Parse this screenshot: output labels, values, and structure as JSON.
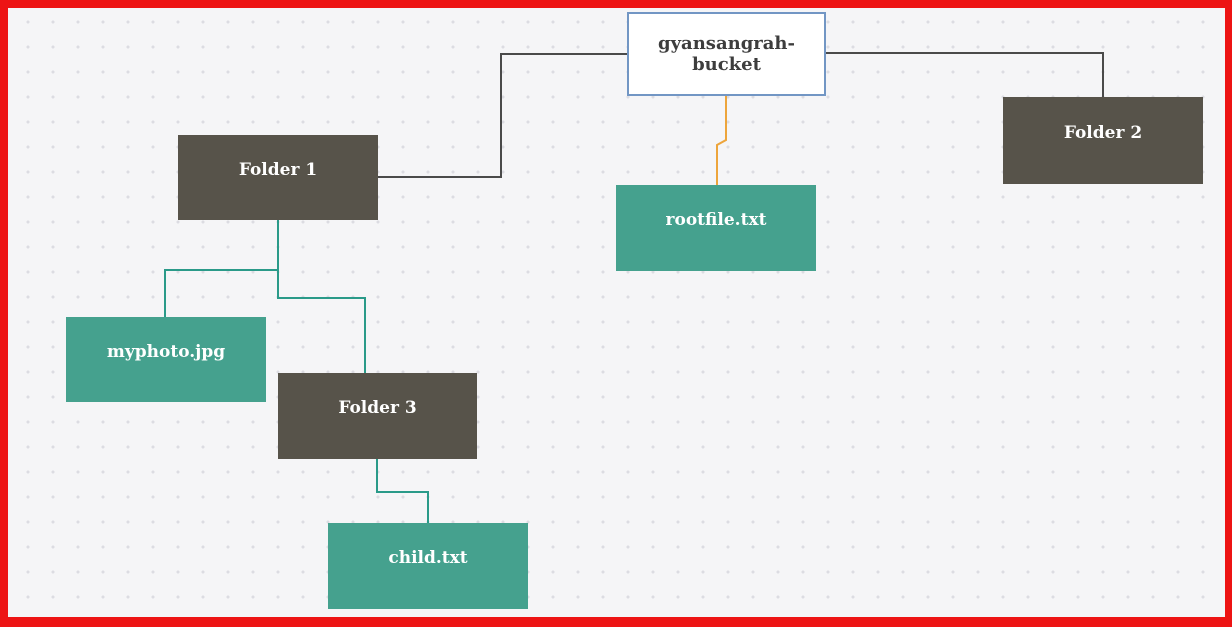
{
  "diagram": {
    "title": "bucket-contents-tree",
    "nodes": {
      "bucket": {
        "label": "gyansangrah-bucket",
        "kind": "bucket"
      },
      "folder1": {
        "label": "Folder 1",
        "kind": "folder"
      },
      "folder2": {
        "label": "Folder 2",
        "kind": "folder"
      },
      "folder3": {
        "label": "Folder 3",
        "kind": "folder"
      },
      "rootfile": {
        "label": "rootfile.txt",
        "kind": "file"
      },
      "myphoto": {
        "label": "myphoto.jpg",
        "kind": "file"
      },
      "child": {
        "label": "child.txt",
        "kind": "file"
      }
    },
    "edges": [
      {
        "from": "gyansangrah-bucket",
        "to": "Folder 1",
        "color": "dark"
      },
      {
        "from": "gyansangrah-bucket",
        "to": "Folder 2",
        "color": "dark"
      },
      {
        "from": "gyansangrah-bucket",
        "to": "rootfile.txt",
        "color": "orange"
      },
      {
        "from": "Folder 1",
        "to": "myphoto.jpg",
        "color": "teal"
      },
      {
        "from": "Folder 1",
        "to": "Folder 3",
        "color": "teal"
      },
      {
        "from": "Folder 3",
        "to": "child.txt",
        "color": "teal"
      }
    ]
  },
  "colors": {
    "frame-red": "#ed1414",
    "bg": "#f5f5f7",
    "dot": "#dcdce2",
    "folder-fill": "#57534a",
    "file-fill": "#45a18e",
    "bucket-fill": "#ffffff",
    "bucket-border": "#7296c4",
    "bucket-text": "#3d3d3d",
    "node-text": "#ffffff",
    "edge-dark": "#4a4a4a",
    "edge-teal": "#2a9a89",
    "edge-orange": "#eda53c"
  }
}
